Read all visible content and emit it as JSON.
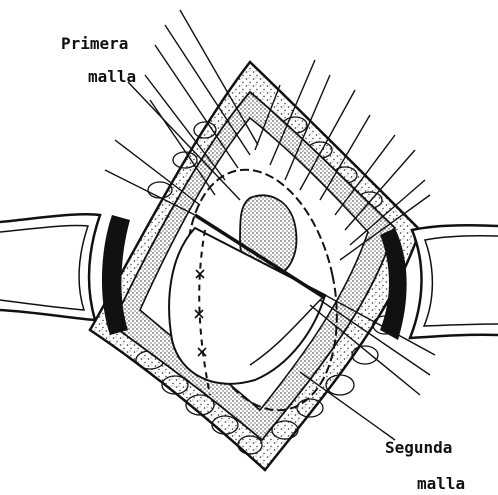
{
  "labels": {
    "first_mesh_line1": "Primera",
    "first_mesh_line2": "malla",
    "second_mesh_line1": "Segunda",
    "second_mesh_line2": "malla"
  },
  "colors": {
    "ink": "#111111",
    "paper": "#ffffff",
    "stipple": "#444444"
  }
}
